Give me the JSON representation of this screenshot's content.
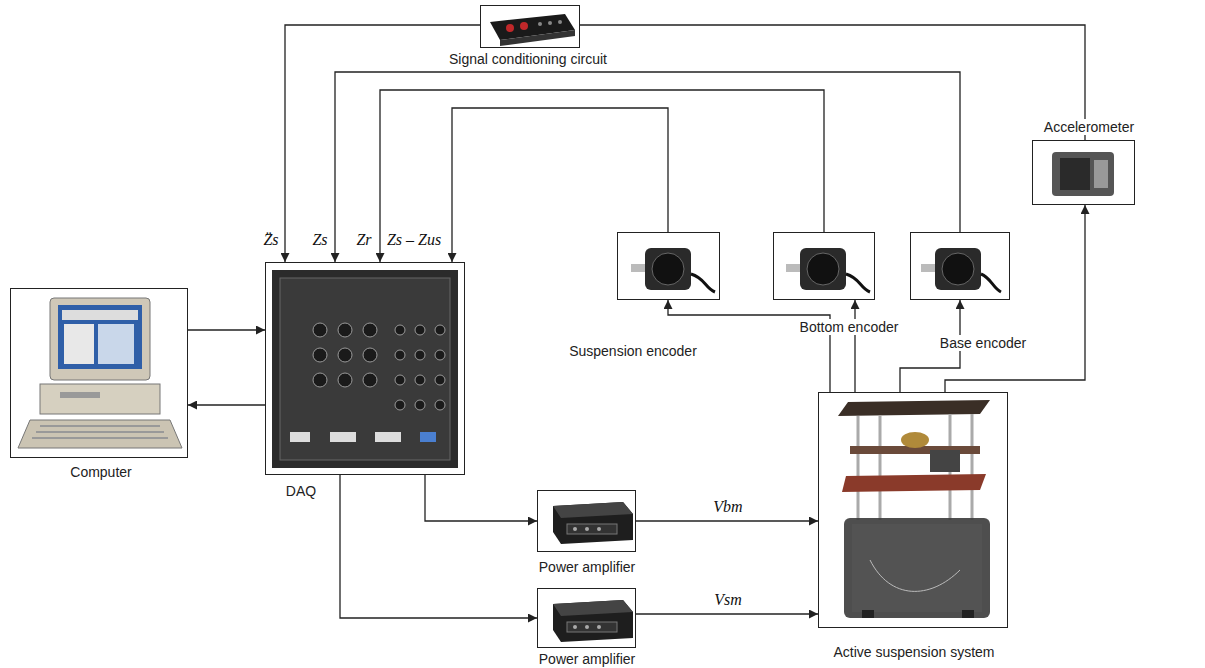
{
  "diagram": {
    "nodes": [
      {
        "text": [
          "Signal conditioning circuit"
        ]
      },
      {
        "text": [
          "Accelerometer"
        ]
      },
      {
        "text": [
          "Computer"
        ]
      },
      {
        "text": [
          "DAQ"
        ]
      },
      {
        "text": [
          "Suspension encoder"
        ]
      },
      {
        "text": [
          "Bottom encoder"
        ]
      },
      {
        "text": [
          "Base encoder"
        ]
      },
      {
        "text": [
          "Power amplifier"
        ]
      },
      {
        "text": [
          "Active suspension system"
        ]
      },
      {
        "text": [
          "Power amplifier"
        ]
      }
    ],
    "edges": [
      {
        "from": 1,
        "to": 0,
        "arrow": "none"
      },
      {
        "from": 0,
        "to": 3,
        "arrow": "to",
        "label": "Z̈s"
      },
      {
        "from": 6,
        "to": 3,
        "arrow": "to",
        "label": "Zs"
      },
      {
        "from": 5,
        "to": 3,
        "arrow": "to",
        "label": "Zr"
      },
      {
        "from": 4,
        "to": 3,
        "arrow": "to",
        "label": "Zs – Zus"
      },
      {
        "from": 2,
        "to": 3,
        "arrow": "to"
      },
      {
        "from": 3,
        "to": 2,
        "arrow": "to"
      },
      {
        "from": 3,
        "to": 7,
        "arrow": "to"
      },
      {
        "from": 3,
        "to": 9,
        "arrow": "to"
      },
      {
        "from": 7,
        "to": 8,
        "arrow": "to",
        "label": "Vbm"
      },
      {
        "from": 9,
        "to": 8,
        "arrow": "to",
        "label": "Vsm"
      },
      {
        "from": 8,
        "to": 4,
        "arrow": "to"
      },
      {
        "from": 8,
        "to": 5,
        "arrow": "to"
      },
      {
        "from": 8,
        "to": 6,
        "arrow": "to"
      },
      {
        "from": 8,
        "to": 1,
        "arrow": "to"
      }
    ]
  }
}
